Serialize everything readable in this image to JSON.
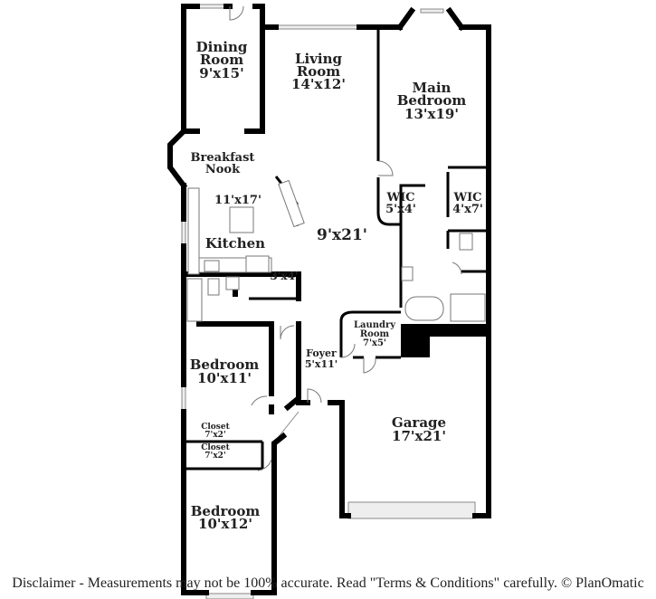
{
  "rooms": {
    "dining": {
      "name1": "Dining",
      "name2": "Room",
      "size": "9'x15'"
    },
    "living": {
      "name1": "Living",
      "name2": "Room",
      "size": "14'x12'"
    },
    "main_bedroom": {
      "name1": "Main",
      "name2": "Bedroom",
      "size": "13'x19'"
    },
    "breakfast": {
      "name1": "Breakfast",
      "name2": "Nook"
    },
    "kitchen": {
      "name": "Kitchen",
      "size": "11'x17'"
    },
    "hall": {
      "size": "9'x21'"
    },
    "wic1": {
      "name": "WIC",
      "size": "5'x4'"
    },
    "wic2": {
      "name": "WIC",
      "size": "4'x7'"
    },
    "pantry": {
      "size": "3'x4'"
    },
    "laundry": {
      "name1": "Laundry",
      "name2": "Room",
      "size": "7'x5'"
    },
    "foyer": {
      "name": "Foyer",
      "size": "5'x11'"
    },
    "bedroom2": {
      "name": "Bedroom",
      "size": "10'x11'"
    },
    "closet1": {
      "name": "Closet",
      "size": "7'x2'"
    },
    "closet2": {
      "name": "Closet",
      "size": "7'x2'"
    },
    "bedroom3": {
      "name": "Bedroom",
      "size": "10'x12'"
    },
    "garage": {
      "name": "Garage",
      "size": "17'x21'"
    }
  },
  "disclaimer": "Disclaimer - Measurements may not be 100% accurate. Read \"Terms & Conditions\" carefully. © PlanOmatic"
}
